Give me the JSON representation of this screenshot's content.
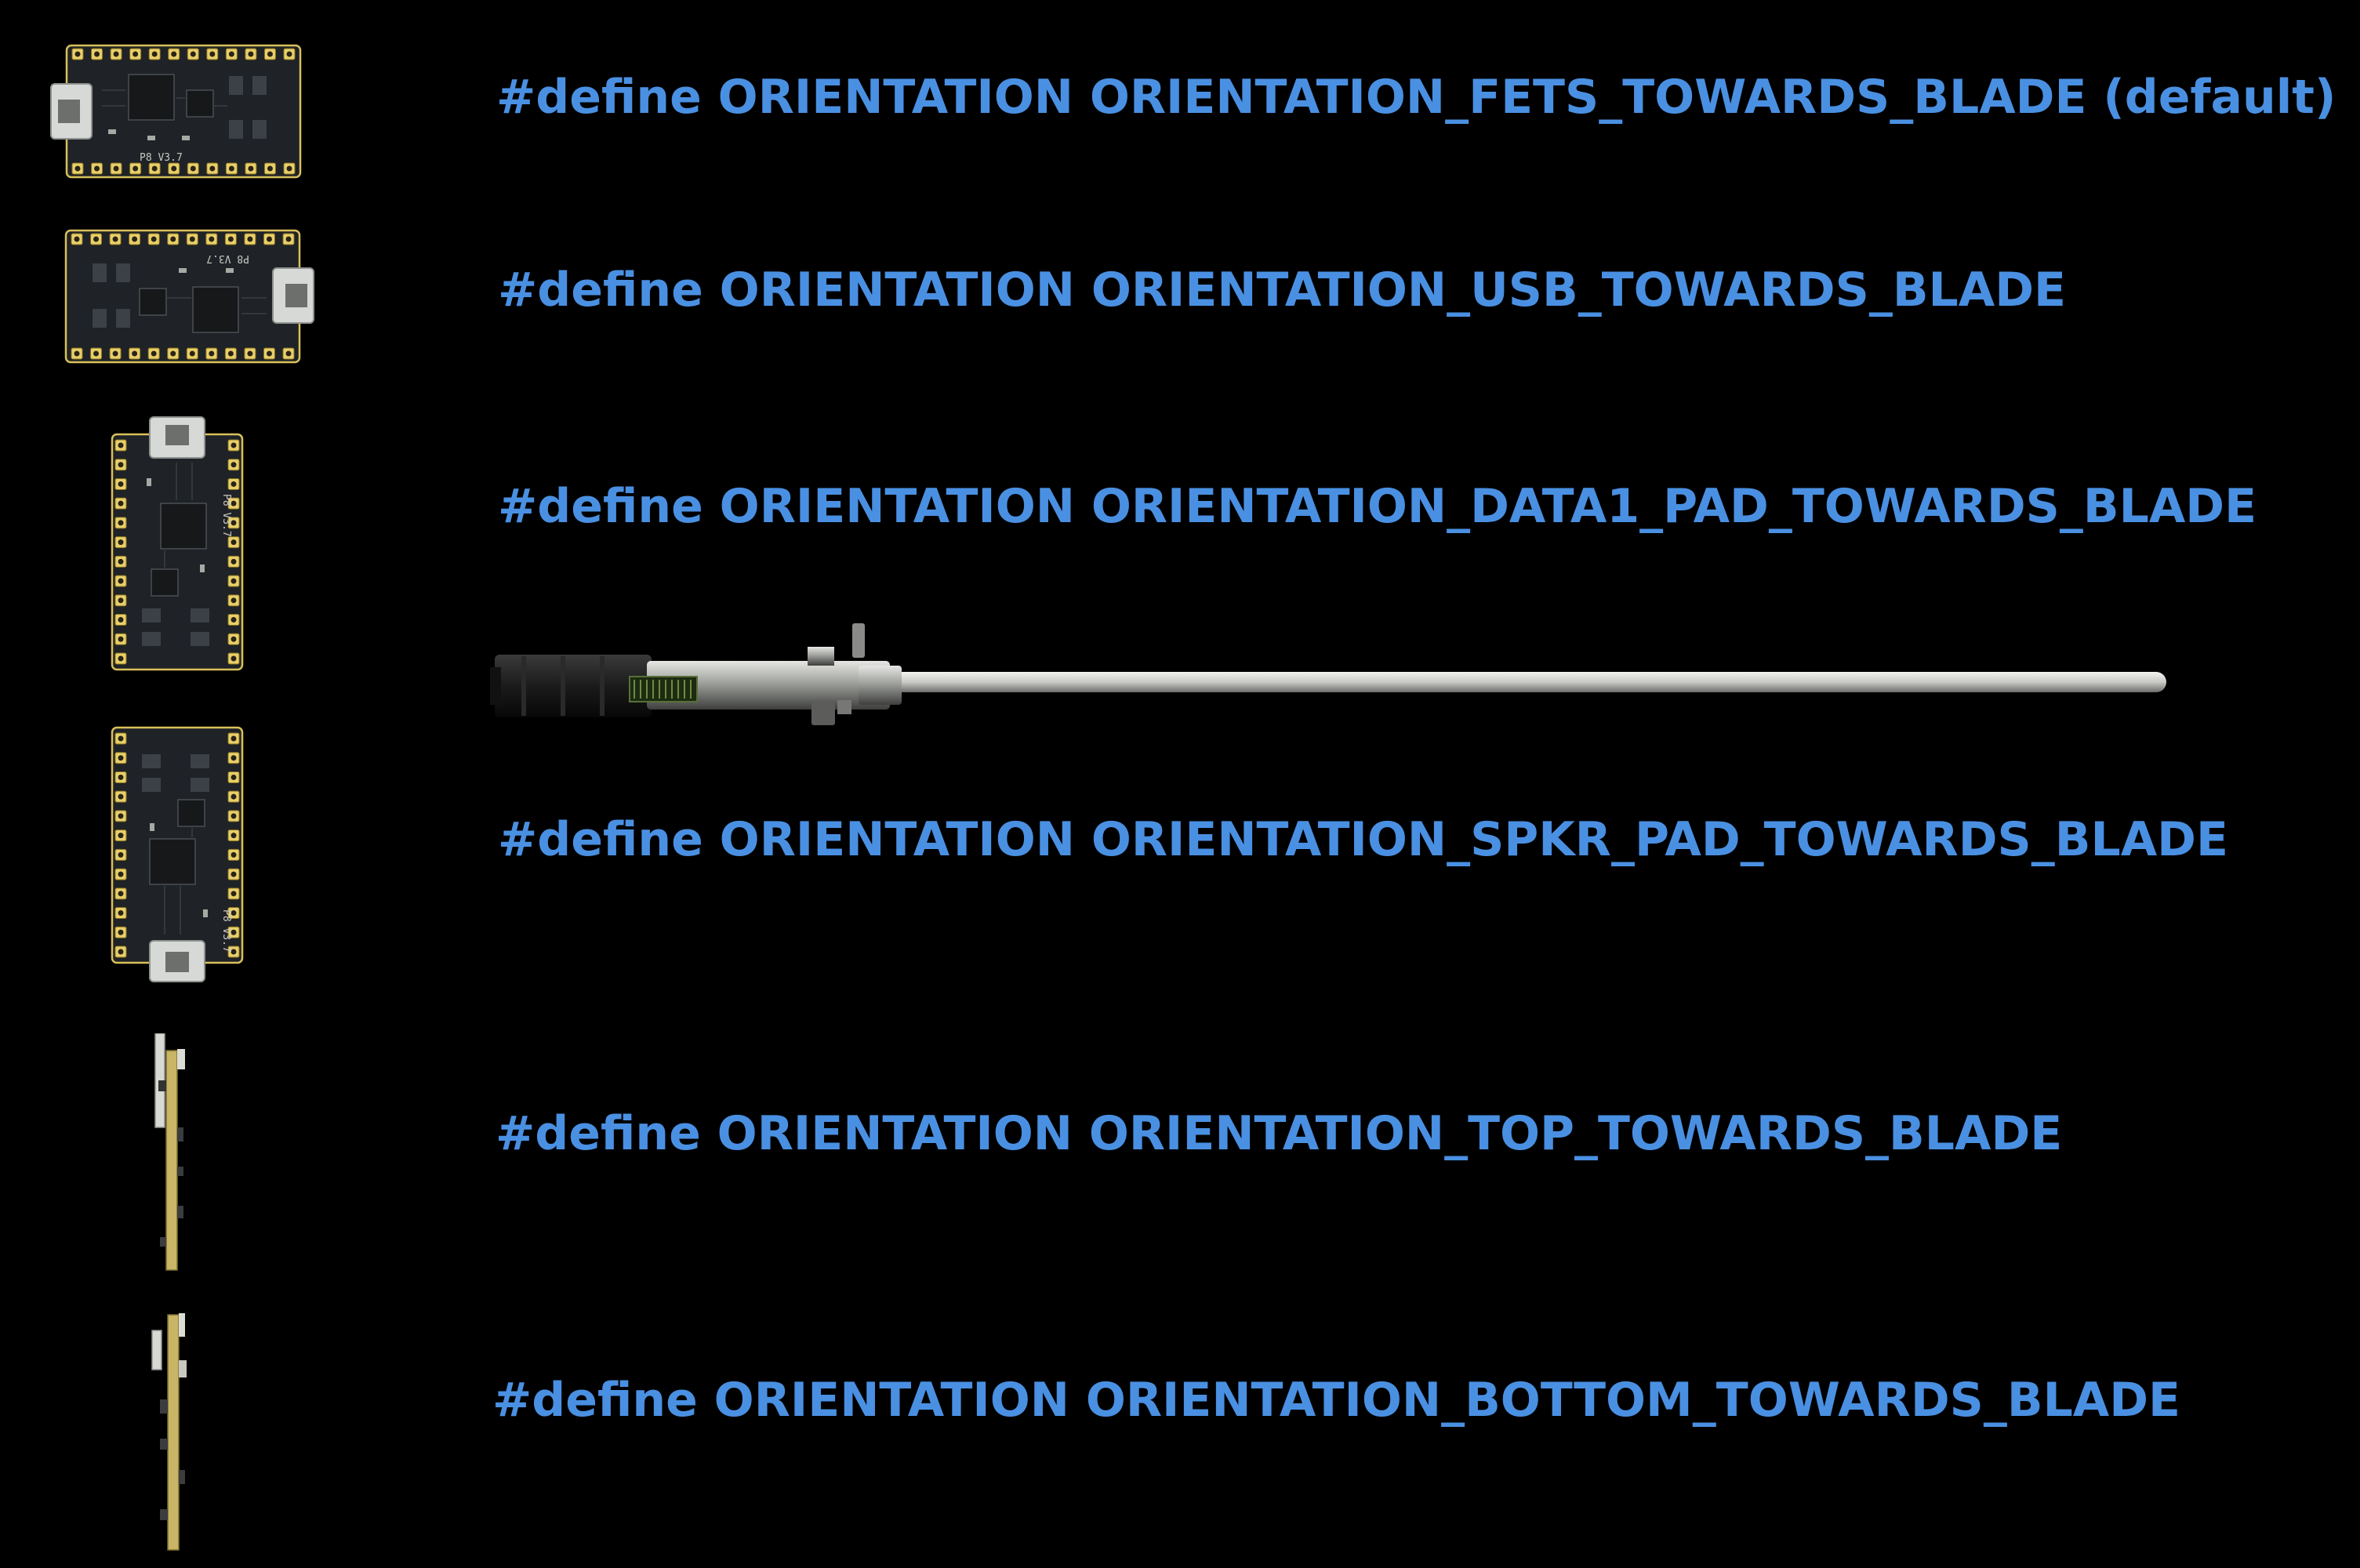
{
  "orientations": [
    {
      "text": "#define ORIENTATION ORIENTATION_FETS_TOWARDS_BLADE  (default)"
    },
    {
      "text": "#define ORIENTATION ORIENTATION_USB_TOWARDS_BLADE"
    },
    {
      "text": "#define ORIENTATION ORIENTATION_DATA1_PAD_TOWARDS_BLADE"
    },
    {
      "text": "#define ORIENTATION ORIENTATION_SPKR_PAD_TOWARDS_BLADE"
    },
    {
      "text": "#define ORIENTATION ORIENTATION_TOP_TOWARDS_BLADE"
    },
    {
      "text": "#define ORIENTATION ORIENTATION_BOTTOM_TOWARDS_BLADE"
    }
  ],
  "colors": {
    "background": "#000000",
    "label_text": "#4a90e2",
    "pcb_pad": "#e8cf6a",
    "blade": "#cfd0cd"
  },
  "icons": {
    "board_flat": "proffieboard-top-view",
    "board_edge": "proffieboard-edge-view",
    "saber": "lightsaber-hilt-and-blade"
  }
}
